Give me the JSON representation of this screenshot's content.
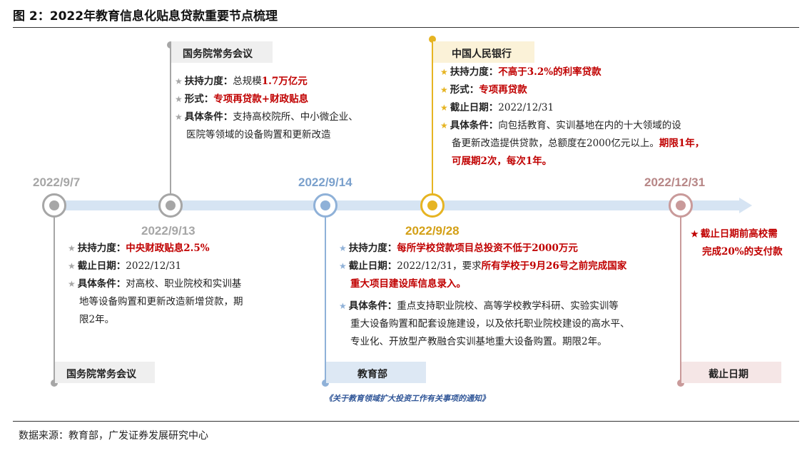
{
  "figure": {
    "title": "图 2：2022年教育信息化贴息贷款重要节点梳理",
    "source": "数据来源：教育部，广发证券发展研究中心"
  },
  "colors": {
    "gray": "#a6a6a6",
    "gray_label_bg": "#efefef",
    "blue": "#8fb1d8",
    "blue_date": "#7aa0cc",
    "blue_label_bg": "#dde8f4",
    "gold": "#e6b422",
    "gold_label_bg": "#fbf2d8",
    "rose": "#c99a9a",
    "rose_date": "#b78686",
    "rose_label_bg": "#f5e6e6",
    "red_text": "#c00000",
    "track": "#d6e4f3"
  },
  "star": "★",
  "events": {
    "e1": {
      "date": "2022/9/7",
      "label": "国务院常务会议",
      "rows": [
        {
          "key": "扶持力度：",
          "value": "中央财政贴息2.5%"
        },
        {
          "key": "截止日期：",
          "value": "2022/12/31"
        },
        {
          "key": "具体条件：",
          "value": "对高校、职业院校和实训基",
          "cont": [
            "地等设备购置和更新改造新增贷款，期",
            "限2年。"
          ]
        }
      ]
    },
    "e2": {
      "date": "2022/9/13",
      "label": "国务院常务会议",
      "rows": [
        {
          "key": "扶持力度：",
          "value_pre": "总规模",
          "value_red": "1.7万亿元"
        },
        {
          "key": "形式：",
          "value": "专项再贷款+财政贴息"
        },
        {
          "key": "具体条件：",
          "value": "支持高校院所、中小微企业、",
          "cont": [
            "医院等领域的设备购置和更新改造"
          ]
        }
      ]
    },
    "e3": {
      "date": "2022/9/14",
      "label": "教育部",
      "caption": "《关于教育领域扩大投资工作有关事项的通知》"
    },
    "e4": {
      "date": "2022/9/28",
      "rows": [
        {
          "key": "扶持力度：",
          "value": "每所学校贷款项目总投资不低于2000万元"
        },
        {
          "key": "截止日期：",
          "value_pre": "2022/12/31，要求",
          "value_red": "所有学校于9月26号之前完成国家",
          "cont_red": [
            "重大项目建设库信息录入。"
          ]
        },
        {
          "key": "具体条件：",
          "value": "重点支持职业院校、高等学校教学科研、实验实训等",
          "cont": [
            "重大设备购置和配套设施建设，以及依托职业院校建设的高水平、",
            "专业化、开放型产教融合实训基地重大设备购置。期限2年。"
          ]
        }
      ]
    },
    "e5": {
      "label": "中国人民银行",
      "rows": [
        {
          "key": "扶持力度：",
          "value": "不高于3.2%的利率贷款"
        },
        {
          "key": "形式：",
          "value": "专项再贷款"
        },
        {
          "key": "截止日期：",
          "value": "2022/12/31"
        },
        {
          "key": "具体条件：",
          "value": "向包括教育、实训基地在内的十大领域的设",
          "cont_mixed": {
            "pre": "备更新改造提供贷款，总额度在2000亿元以上。",
            "red": "期限1年，"
          },
          "cont_red": [
            "可展期2次，每次1年。"
          ]
        }
      ]
    },
    "e6": {
      "date": "2022/12/31",
      "label": "截止日期",
      "note": [
        "截止日期前高校需",
        "完成20%的支付款"
      ]
    }
  }
}
